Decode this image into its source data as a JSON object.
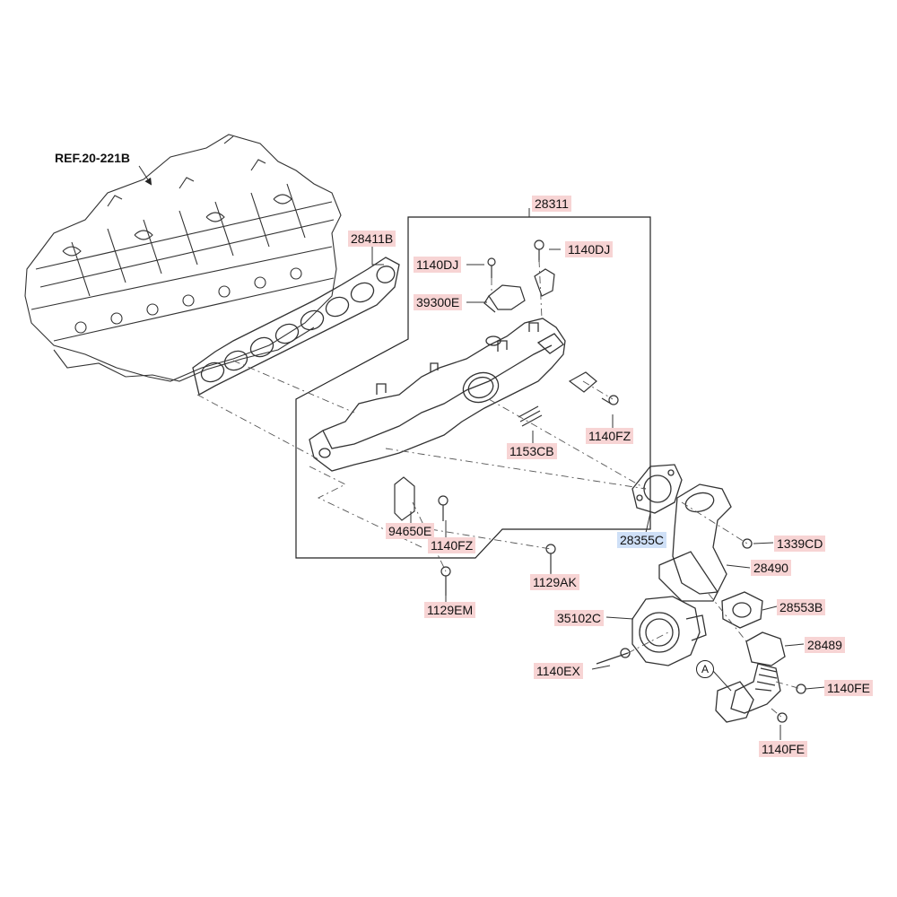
{
  "labels": {
    "ref": "REF.20-221B",
    "p28311": "28311",
    "p28411B": "28411B",
    "p1140DJ_a": "1140DJ",
    "p1140DJ_b": "1140DJ",
    "p39300E": "39300E",
    "p1140FZ_a": "1140FZ",
    "p1153CB": "1153CB",
    "p94650E": "94650E",
    "p1140FZ_b": "1140FZ",
    "p28355C": "28355C",
    "p1339CD": "1339CD",
    "p28490": "28490",
    "p1129AK": "1129AK",
    "p1129EM": "1129EM",
    "p35102C": "35102C",
    "p28553B": "28553B",
    "p28489": "28489",
    "p1140EX": "1140EX",
    "pA": "A",
    "p1140FE_a": "1140FE",
    "p1140FE_b": "1140FE"
  },
  "colors": {
    "highlight_pink": "#f7d4d4",
    "highlight_blue": "#cfe0f7",
    "line": "#222222"
  }
}
